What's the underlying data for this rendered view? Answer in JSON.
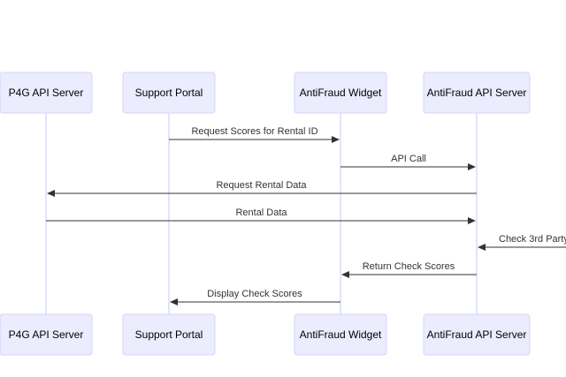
{
  "diagram": {
    "type": "sequence",
    "colors": {
      "actor_fill": "#ececff",
      "actor_stroke": "#d4d4f7",
      "lifeline": "#c9c9f0",
      "message": "#333333"
    },
    "actors": [
      {
        "id": "p4g",
        "label": "P4G API Server"
      },
      {
        "id": "portal",
        "label": "Support Portal"
      },
      {
        "id": "widget",
        "label": "AntiFraud Widget"
      },
      {
        "id": "afapi",
        "label": "AntiFraud API Server"
      }
    ],
    "messages": [
      {
        "from": "portal",
        "to": "widget",
        "label": "Request Scores for Rental ID"
      },
      {
        "from": "widget",
        "to": "afapi",
        "label": "API Call"
      },
      {
        "from": "afapi",
        "to": "p4g",
        "label": "Request Rental Data"
      },
      {
        "from": "p4g",
        "to": "afapi",
        "label": "Rental Data"
      },
      {
        "from": "offscreen",
        "to": "afapi",
        "label": "Check 3rd Party"
      },
      {
        "from": "afapi",
        "to": "widget",
        "label": "Return Check Scores"
      },
      {
        "from": "widget",
        "to": "portal",
        "label": "Display Check Scores"
      }
    ]
  }
}
